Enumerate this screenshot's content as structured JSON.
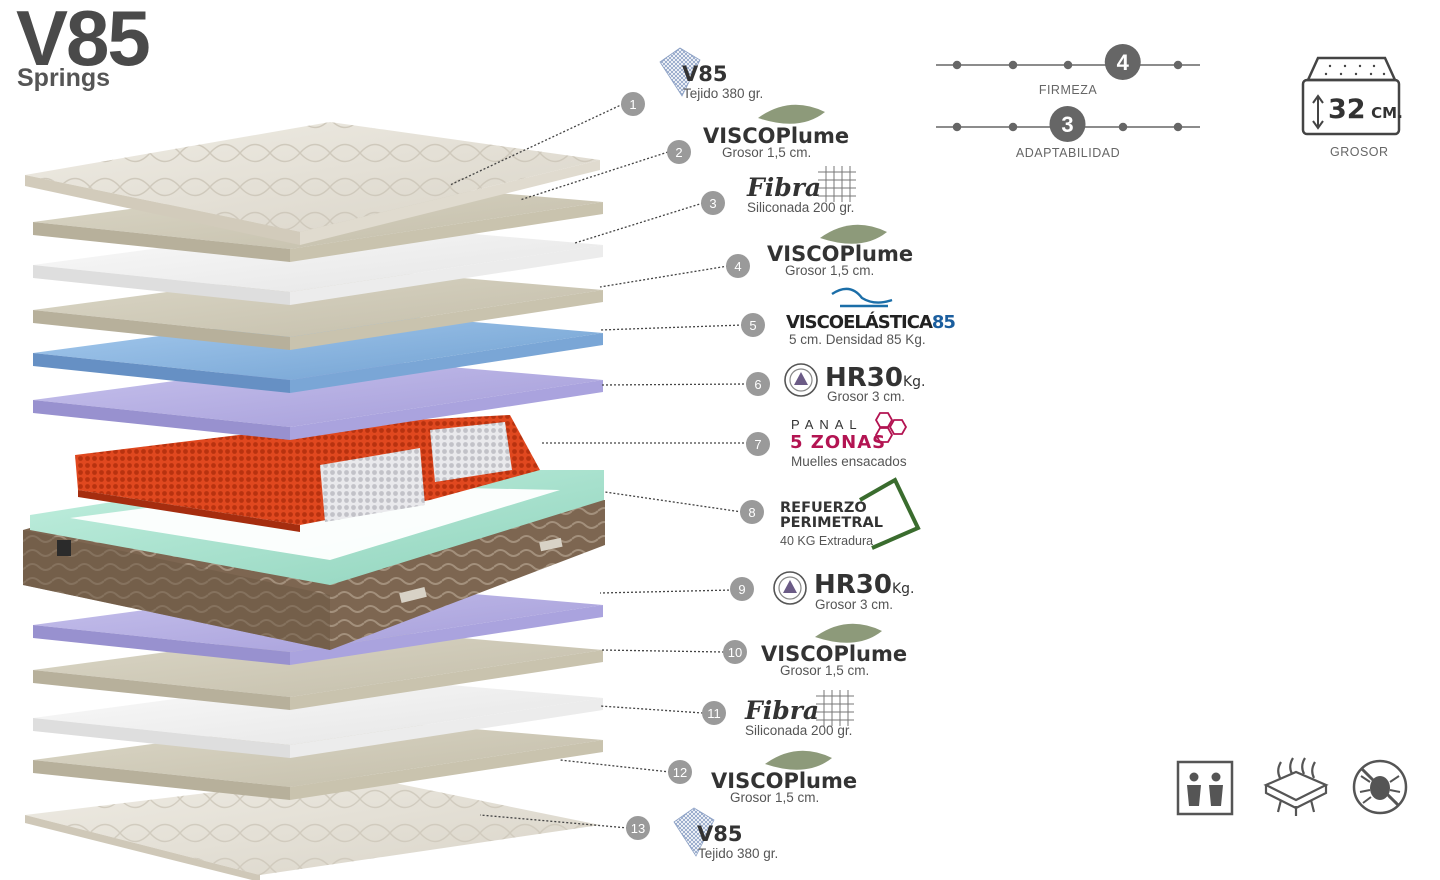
{
  "product": {
    "title": "V85",
    "subtitle": "Springs"
  },
  "layers": [
    {
      "number": "1",
      "brand": "V85",
      "description": "Tejido 380 gr.",
      "kind": "fabric"
    },
    {
      "number": "2",
      "brand": "VISCOPlume",
      "description": "Grosor 1,5 cm.",
      "kind": "visco"
    },
    {
      "number": "3",
      "brand": "Fibra",
      "description": "Siliconada 200 gr.",
      "kind": "fibra"
    },
    {
      "number": "4",
      "brand": "VISCOPlume",
      "description": "Grosor 1,5 cm.",
      "kind": "visco"
    },
    {
      "number": "5",
      "brand": "VISCOELÁSTICA",
      "brand_accent": "85",
      "description": "5 cm. Densidad 85 Kg.",
      "kind": "viscoelastica"
    },
    {
      "number": "6",
      "brand": "HR30",
      "brand_unit": "Kg.",
      "description": "Grosor 3 cm.",
      "kind": "hr"
    },
    {
      "number": "7",
      "brand_top": "PANAL",
      "brand": "5 ZONAS",
      "description": "Muelles ensacados",
      "kind": "panal"
    },
    {
      "number": "8",
      "brand_line1": "REFUERZO",
      "brand_line2": "PERIMETRAL",
      "description": "40 KG Extradura",
      "kind": "refuerzo"
    },
    {
      "number": "9",
      "brand": "HR30",
      "brand_unit": "Kg.",
      "description": "Grosor 3 cm.",
      "kind": "hr"
    },
    {
      "number": "10",
      "brand": "VISCOPlume",
      "description": "Grosor 1,5 cm.",
      "kind": "visco"
    },
    {
      "number": "11",
      "brand": "Fibra",
      "description": "Siliconada 200 gr.",
      "kind": "fibra"
    },
    {
      "number": "12",
      "brand": "VISCOPlume",
      "description": "Grosor 1,5 cm.",
      "kind": "visco"
    },
    {
      "number": "13",
      "brand": "V85",
      "description": "Tejido 380 gr.",
      "kind": "fabric"
    }
  ],
  "ratings": {
    "firmeza": {
      "label": "FIRMEZA",
      "value": "4",
      "level": 4,
      "max": 5
    },
    "adaptabilidad": {
      "label": "ADAPTABILIDAD",
      "value": "3",
      "level": 3,
      "max": 5
    }
  },
  "thickness": {
    "value": "32",
    "unit": "CM.",
    "label": "GROSOR"
  },
  "feature_icons": [
    "two-persons-icon",
    "breathable-icon",
    "anti-mite-icon"
  ],
  "colors": {
    "foam_blue": "#87b6e0",
    "foam_purple": "#b3addf",
    "springs_red": "#d9401f",
    "perimeter_green": "#a8e3cf",
    "base_brown": "#7a6450",
    "leaf_green": "#8d9a7a",
    "badge_gray": "#9a9a9a",
    "accent_magenta": "#b31452"
  }
}
